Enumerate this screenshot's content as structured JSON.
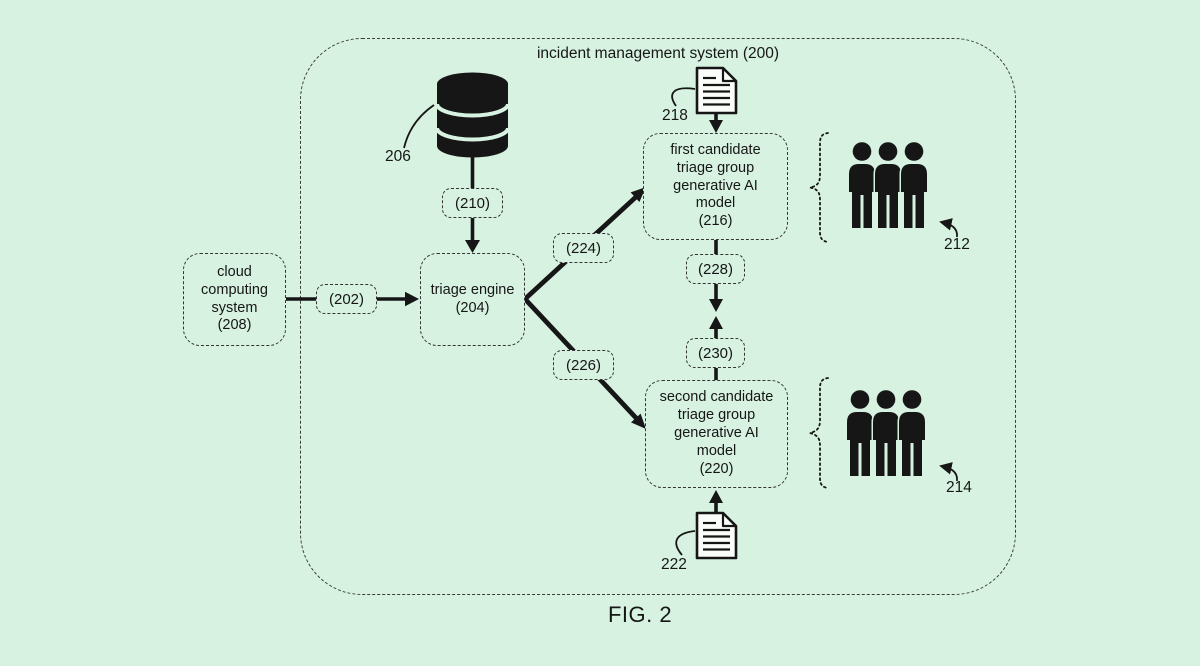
{
  "colors": {
    "background": "#d7f2e1",
    "ink": "#161616",
    "paper": "#fbfdfb"
  },
  "title": "incident management system (200)",
  "figure_label": "FIG. 2",
  "nodes": {
    "cloud_computing_system": "cloud\ncomputing\nsystem\n(208)",
    "triage_engine": "triage engine\n(204)",
    "first_candidate_model": "first candidate\ntriage group\ngenerative AI\nmodel\n(216)",
    "second_candidate_model": "second candidate\ntriage group\ngenerative AI\nmodel\n(220)"
  },
  "connectors": {
    "c202": "(202)",
    "c210": "(210)",
    "c224": "(224)",
    "c226": "(226)",
    "c228": "(228)",
    "c230": "(230)"
  },
  "refs": {
    "database": "206",
    "top_document": "218",
    "bottom_document": "222",
    "first_group": "212",
    "second_group": "214"
  },
  "icons": {
    "database": "database-cylinder-icon",
    "top_document": "document-icon",
    "bottom_document": "document-icon",
    "first_group": "people-group-icon",
    "second_group": "people-group-icon"
  }
}
